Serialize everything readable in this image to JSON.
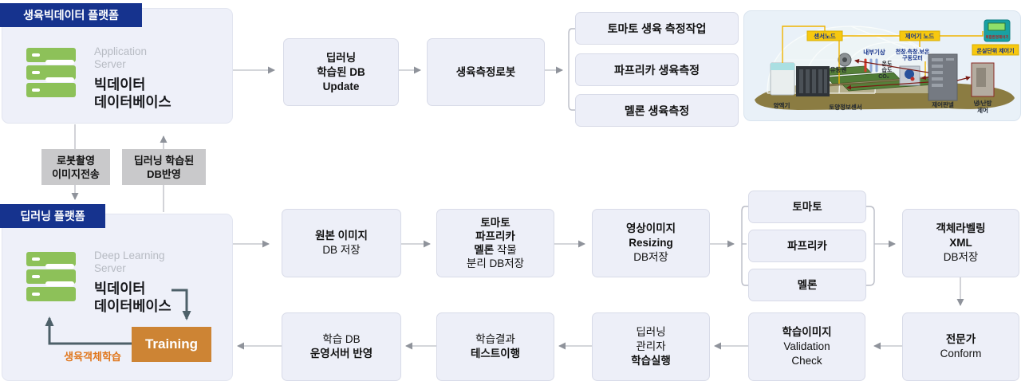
{
  "colors": {
    "banner_navy": "#16338e",
    "box_fill": "#edeff8",
    "platform_fill": "#eef0f9",
    "chip_gray": "#c9c9cb",
    "training_orange": "#cd8434",
    "note_orange": "#e0761c",
    "server_green": "#8dc159",
    "arrow_gray": "#8f939b",
    "arrow_dark": "#4d6069",
    "label_yellow": "#f7c80f",
    "label_blue": "#15328b"
  },
  "top_platform": {
    "banner": "생육빅데이터 플랫폼",
    "server_type": [
      "Application",
      "Server"
    ],
    "server_name": [
      "빅데이터",
      "데이터베이스"
    ]
  },
  "chips": {
    "robot_capture": [
      "로봇촬영",
      "이미지전송"
    ],
    "db_reflect": [
      "딥러닝 학습된",
      "DB반영"
    ]
  },
  "top_flow": {
    "db_update": [
      "딥러닝",
      "학습된 DB",
      "Update"
    ],
    "robot": "생육측정로봇",
    "tasks": [
      "토마토 생육 측정작업",
      "파프리카 생육측정",
      "멜론 생육측정"
    ]
  },
  "bottom_platform": {
    "banner": "딥러닝 플랫폼",
    "server_type": [
      "Deep Learning",
      "Server"
    ],
    "server_name": [
      "빅데이터",
      "데이터베이스"
    ],
    "training": "Training",
    "training_note": "생육객체학습"
  },
  "mid_flow": {
    "original": [
      "원본 이미지",
      "DB 저장"
    ],
    "separate": {
      "l1": "토마토",
      "l2": "파프리카",
      "l3a": "멜론",
      "l3b": " 작물",
      "l4": "분리 DB저장"
    },
    "resizing": [
      "영상이미지",
      "Resizing",
      "DB저장"
    ],
    "crops": [
      "토마토",
      "파프리카",
      "멜론"
    ],
    "labeling": [
      "객체라벨링",
      "XML",
      "DB저장"
    ]
  },
  "bottom_flow": {
    "expert": [
      "전문가",
      "Conform"
    ],
    "validation": [
      "학습이미지",
      "Validation",
      "Check"
    ],
    "manager": [
      "딥러닝",
      "관리자",
      "학습실행"
    ],
    "test": [
      "학습결과",
      "테스트이행"
    ],
    "deploy": [
      "학습 DB",
      "운영서버 반영"
    ]
  },
  "greenhouse": {
    "sensor_node": "센서노드",
    "controller_node": "제어기 노드",
    "unit_controller": "온실단위 제어기",
    "device": "복합환경제어기",
    "indoor_weather": "내부기상",
    "motor": [
      "천창.측창.보온",
      "구동모터"
    ],
    "temp": "온도",
    "humidity": "습도",
    "co2": "CO₂",
    "fan": "유동팬",
    "nutrient": "양액기",
    "soil_sensor": "토양정보센서",
    "control_panel": "제어판넬",
    "hvac": [
      "냉/난방",
      "제어"
    ]
  }
}
